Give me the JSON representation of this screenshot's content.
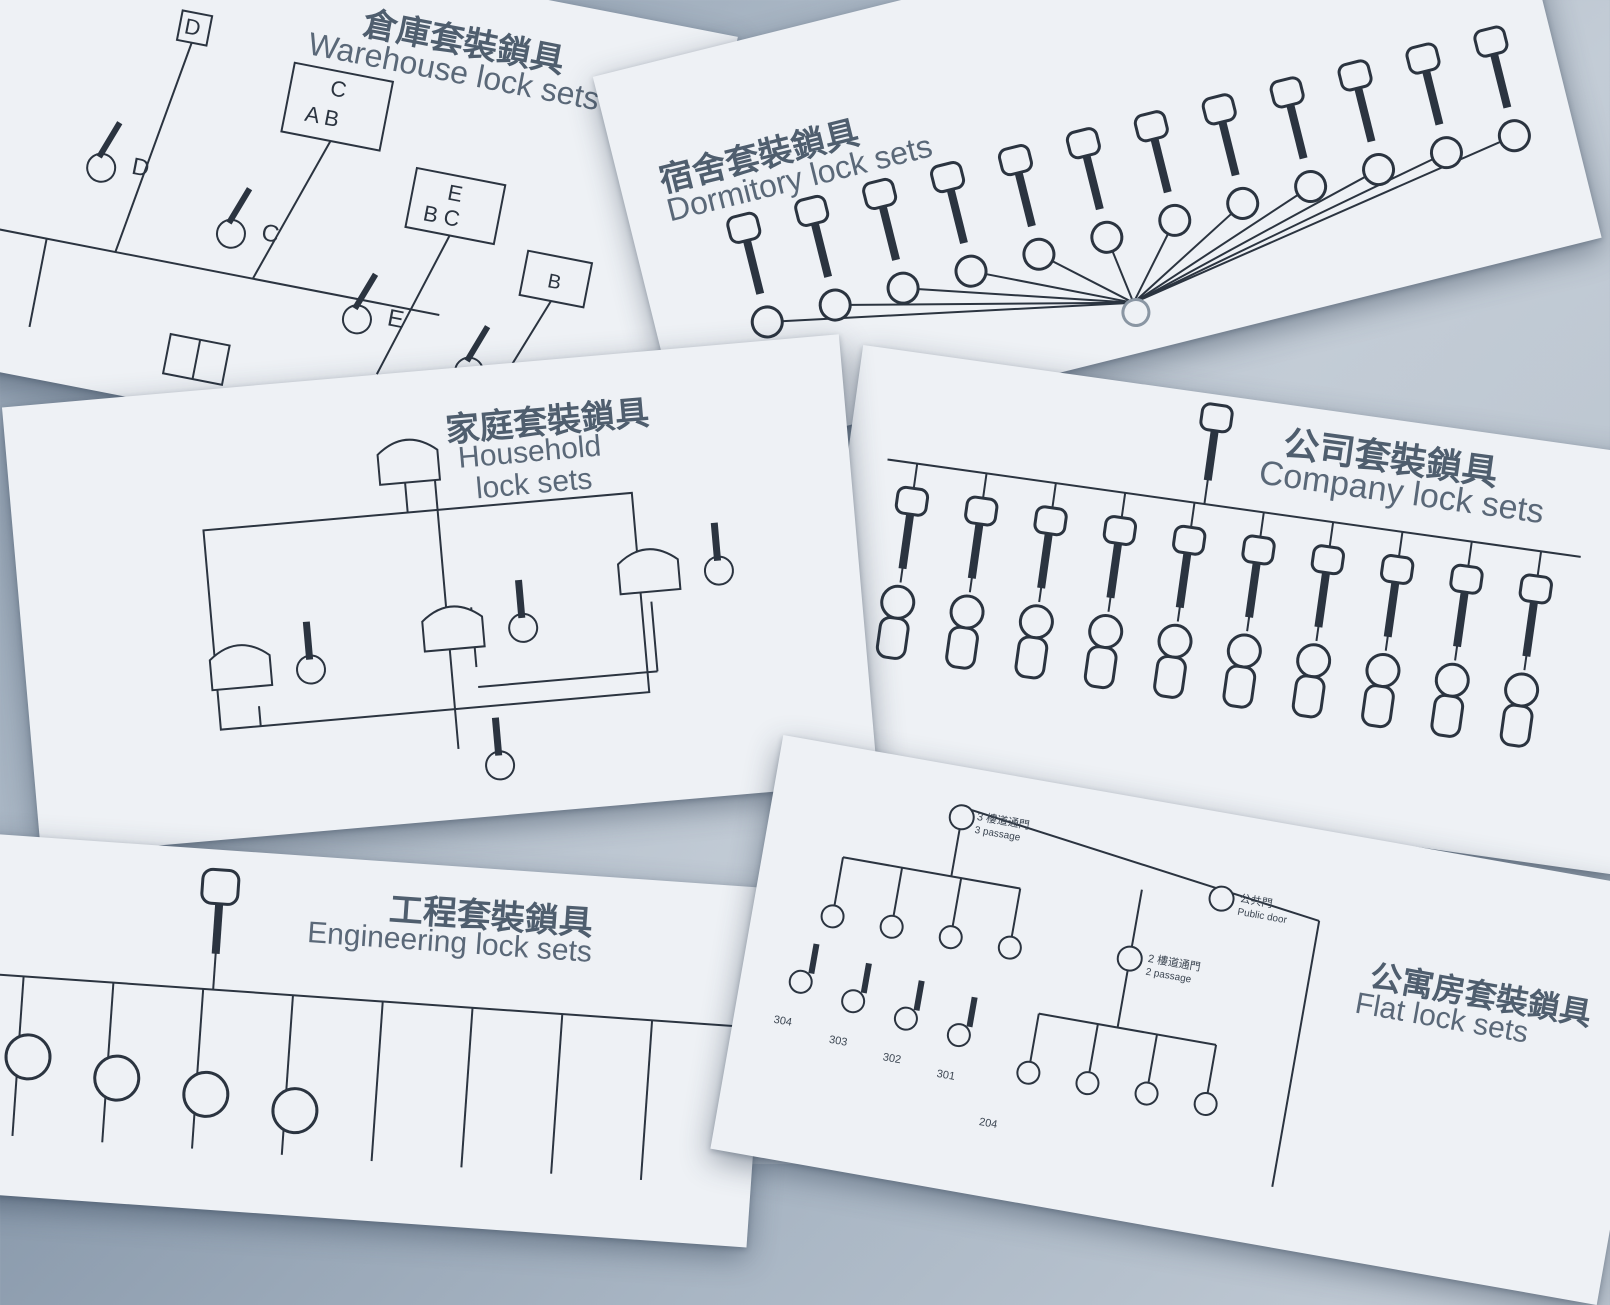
{
  "cards": {
    "warehouse": {
      "title_zh": "倉庫套裝鎖具",
      "title_en": "Warehouse lock sets",
      "labels": [
        "A",
        "B",
        "C",
        "D",
        "E"
      ],
      "box_labels": [
        "D",
        "C",
        "A B",
        "E",
        "B C",
        "B"
      ]
    },
    "dormitory": {
      "title_zh": "宿舍套裝鎖具",
      "title_en": "Dormitory lock sets"
    },
    "household": {
      "title_zh": "家庭套裝鎖具",
      "title_en_line1": "Household",
      "title_en_line2": "lock sets"
    },
    "company": {
      "title_zh": "公司套裝鎖具",
      "title_en": "Company lock sets"
    },
    "engineering": {
      "title_zh": "工程套裝鎖具",
      "title_en": "Engineering lock sets"
    },
    "flat": {
      "title_zh": "公寓房套裝鎖具",
      "title_en": "Flat lock sets",
      "notes": [
        "3 樓道通門",
        "3 passage",
        "公共門",
        "Public door",
        "2 樓道通門",
        "2 passage"
      ],
      "room_numbers": [
        "304",
        "303",
        "302",
        "301",
        "204"
      ]
    }
  },
  "colors": {
    "paper": "#eef1f5",
    "ink": "#2b3440",
    "title": "#4f5e6e",
    "background": "#a9b6c4"
  }
}
